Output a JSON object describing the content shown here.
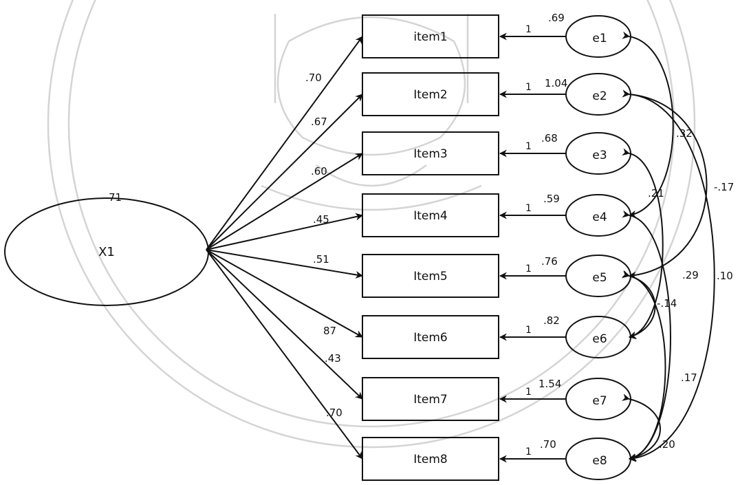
{
  "latent": {
    "label": "X1",
    "variance": "71"
  },
  "items": [
    {
      "label": "item1",
      "loading": ".70",
      "error": "e1",
      "error_variance": ".69",
      "fixed": "1"
    },
    {
      "label": "Item2",
      "loading": ".67",
      "error": "e2",
      "error_variance": "1.04",
      "fixed": "1"
    },
    {
      "label": "Item3",
      "loading": ".60",
      "error": "e3",
      "error_variance": ".68",
      "fixed": "1"
    },
    {
      "label": "Item4",
      "loading": ".45",
      "error": "e4",
      "error_variance": ".59",
      "fixed": "1"
    },
    {
      "label": "Item5",
      "loading": ".51",
      "error": "e5",
      "error_variance": ".76",
      "fixed": "1"
    },
    {
      "label": "Item6",
      "loading": "87",
      "error": "e6",
      "error_variance": ".82",
      "fixed": "1"
    },
    {
      "label": "Item7",
      "loading": ".43",
      "error": "e7",
      "error_variance": "1.54",
      "fixed": "1"
    },
    {
      "label": "Item8",
      "loading": ".70",
      "error": "e8",
      "error_variance": ".70",
      "fixed": "1"
    }
  ],
  "covariances": [
    {
      "from": "e1",
      "to": "e4",
      "value": ".32"
    },
    {
      "from": "e3",
      "to": "e6",
      "value": ".21"
    },
    {
      "from": "e2",
      "to": "e5",
      "value": "-.17"
    },
    {
      "from": "e4",
      "to": "e8",
      "value": ".29"
    },
    {
      "from": "e2",
      "to": "e8",
      "value": ".10"
    },
    {
      "from": "e5",
      "to": "e6",
      "value": "-.14"
    },
    {
      "from": "e5",
      "to": "e8",
      "value": ".17"
    },
    {
      "from": "e7",
      "to": "e8",
      "value": ".20"
    }
  ]
}
